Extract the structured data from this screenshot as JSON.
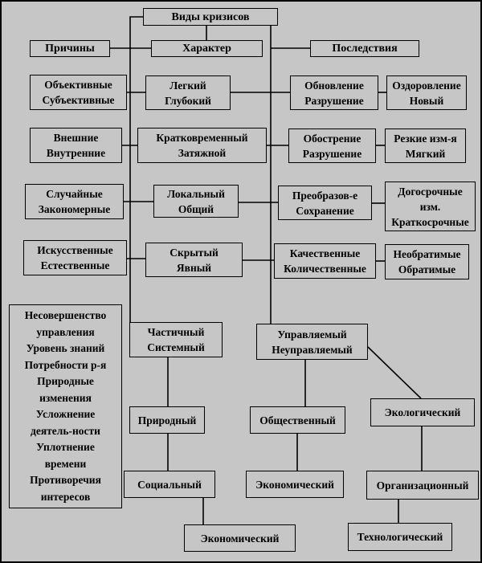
{
  "title": "Виды кризисов",
  "headers": {
    "causes": "Причины",
    "character": "Характер",
    "consequences": "Последствия"
  },
  "causes": {
    "objective": "Объективные\nСубъективные",
    "external": "Внешние\nВнутренние",
    "random": "Случайные\nЗакономерные",
    "artificial": "Искусственные\nЕстественные",
    "factors": "Несовершенство\nуправления\nУровень знаний\nПотребности р-я\nПриродные\nизменения\nУсложнение\nдеятель-ности\nУплотнение\nвремени\nПротиворечия\nинтересов"
  },
  "character": {
    "light": "Легкий\nГлубокий",
    "duration": "Кратковременный\nЗатяжной",
    "local": "Локальный\nОбщий",
    "hidden": "Скрытый\nЯвный",
    "partial": "Частичный\nСистемный",
    "natural": "Природный",
    "social": "Социальный",
    "economic": "Экономический"
  },
  "consequences": {
    "renewal": "Обновление\nРазрушение",
    "recovery": "Оздоровление\nНовый",
    "aggravation": "Обострение\nРазрушение",
    "sharp": "Резкие изм-я\nМягкий",
    "transform": "Преобразов-е\nСохранение",
    "longterm": "Догосрочные\nизм.\nКраткосрочные",
    "qualitative": "Качественные\nКоличественные",
    "irreversible": "Необратимые\nОбратимые",
    "managed": "Управляемый\nНеуправляемый",
    "public": "Общественный",
    "economic": "Экономический",
    "ecological": "Экологический",
    "organizational": "Организационный",
    "technological": "Технологический"
  },
  "colors": {
    "background": "#c6c6c6",
    "box_border": "#000000",
    "text": "#000000"
  }
}
